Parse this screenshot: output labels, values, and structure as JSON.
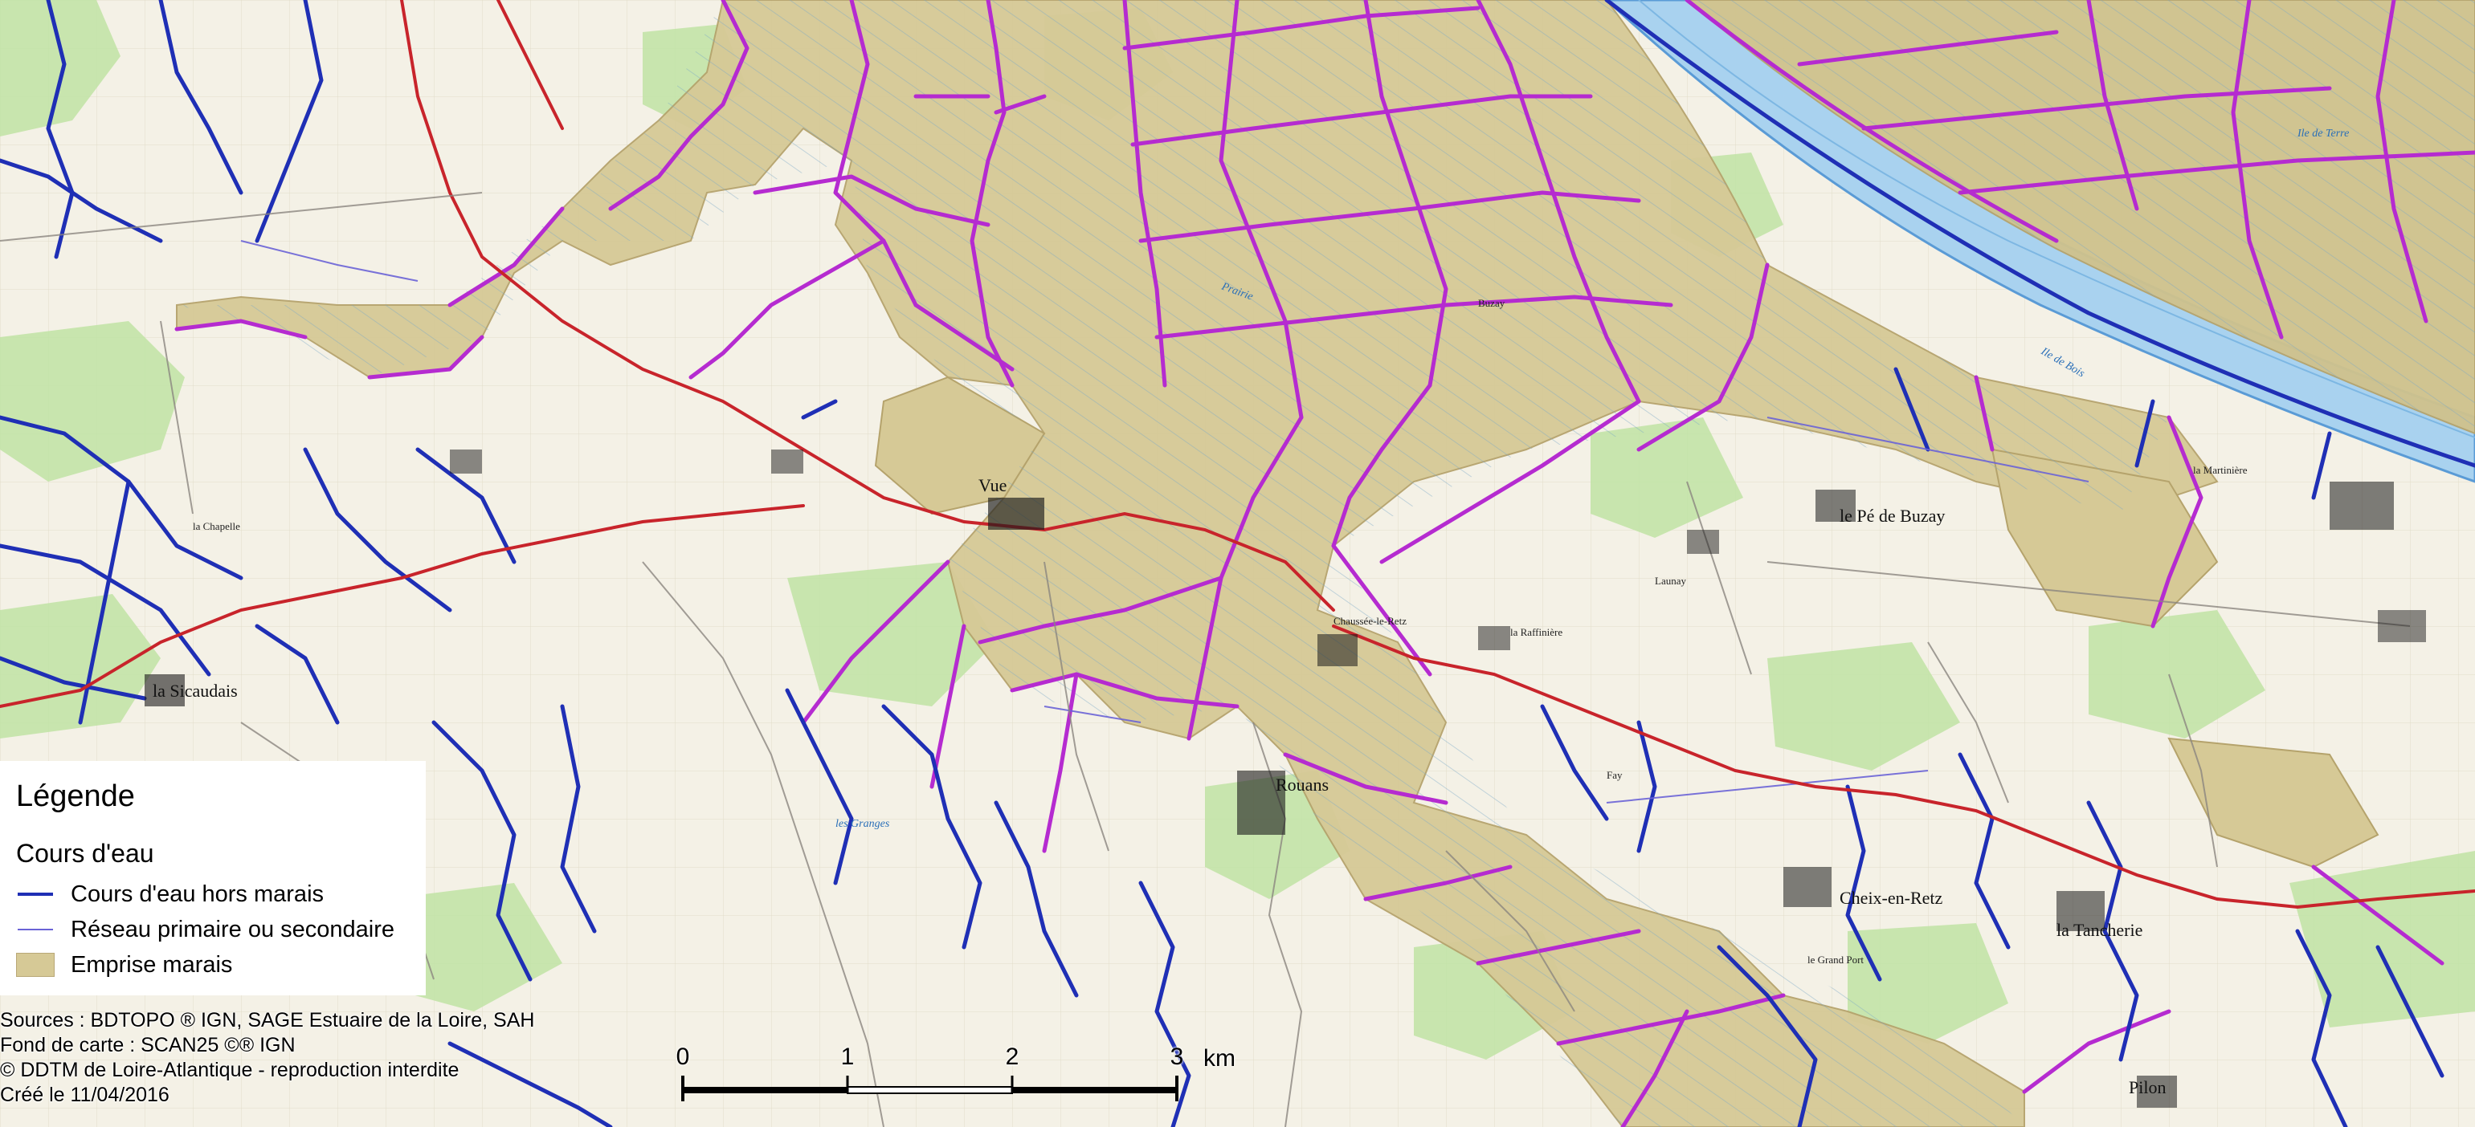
{
  "legend": {
    "title": "Légende",
    "group_title": "Cours d'eau",
    "items": [
      {
        "label": "Cours d'eau hors marais",
        "color": "#1f2fb5",
        "kind": "line"
      },
      {
        "label": "Réseau primaire ou secondaire",
        "color": "#6a63d6",
        "kind": "line"
      },
      {
        "label": "Emprise marais",
        "color": "#d6c996",
        "kind": "fill"
      }
    ]
  },
  "credits": {
    "sources": "Sources : BDTOPO ® IGN, SAGE Estuaire de la Loire, SAH",
    "basemap": "Fond de carte : SCAN25 ©® IGN",
    "copyright": "© DDTM de Loire-Atlantique - reproduction interdite",
    "created": "Créé le  11/04/2016"
  },
  "scalebar": {
    "ticks": [
      "0",
      "1",
      "2",
      "3"
    ],
    "unit": "km"
  },
  "places": {
    "vue": "Vue",
    "rouans": "Rouans",
    "la_sicaudais": "la Sicaudais",
    "cheix_en_retz": "Cheix-en-Retz",
    "le_pe_de_buzay": "le Pé de Buzay",
    "la_martiniere": "la Martinière",
    "la_tancherie": "la Tancherie",
    "pilon": "Pilon",
    "la_raffiniere": "la Raffinière",
    "launay": "Launay",
    "le_grand_port": "le Grand Port",
    "chaussee_le_retz": "Chaussée-le-Retz",
    "prairie": "Prairie",
    "buzay": "Buzay",
    "ile_de_bois": "Ile de Bois",
    "ile_de_terre": "Ile de Terre",
    "la_chapelle": "la Chapelle",
    "les_granges": "les Granges",
    "fay": "Fay"
  },
  "colors": {
    "marsh": "#d6c996",
    "marsh_border": "#b5a36c",
    "canal": "#b52bd0",
    "stream": "#1f2fb5",
    "river": "#a9d2ef",
    "river_edge": "#5a9bd6",
    "road": "#c8242b",
    "forest": "#bfe3a3",
    "background": "#f4f1e6"
  }
}
